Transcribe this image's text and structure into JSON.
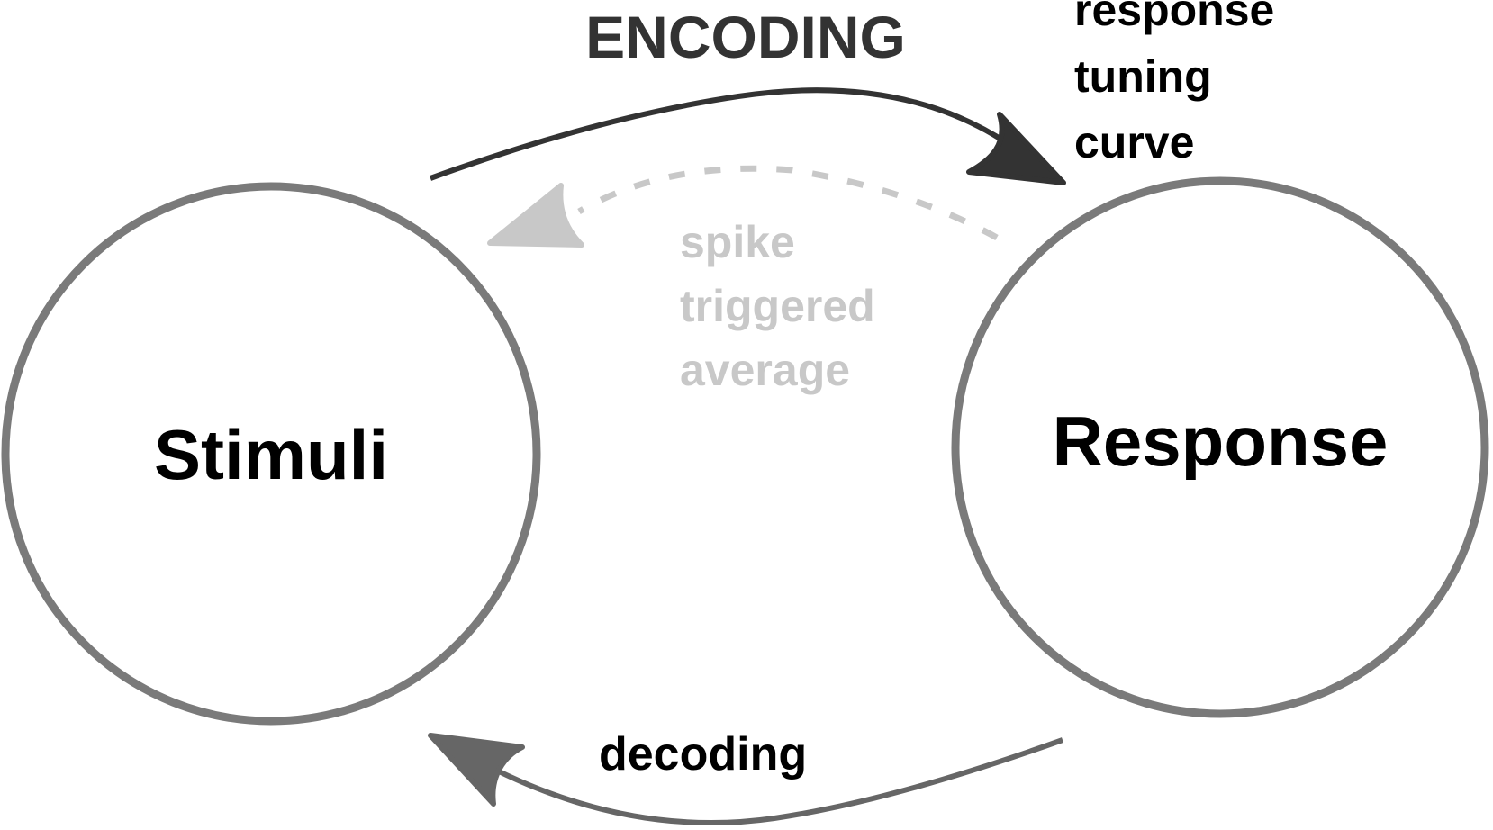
{
  "colors": {
    "background": "#ffffff",
    "node_stroke": "#7a7a7a",
    "encoding_arrow": "#333333",
    "decoding_arrow": "#666666",
    "sta_arrow": "#c8c8c8",
    "label_dark": "#000000",
    "label_light": "#c8c8c8"
  },
  "nodes": {
    "stimuli": {
      "label": "Stimuli"
    },
    "response": {
      "label": "Response"
    }
  },
  "labels": {
    "encoding": "ENCODING",
    "tuning_curve": [
      "response",
      "tuning",
      "curve"
    ],
    "spike_triggered_average": [
      "spike",
      "triggered",
      "average"
    ],
    "decoding": "decoding"
  },
  "arrows": {
    "encoding": {
      "from": "Stimuli",
      "to": "Response",
      "style": "solid"
    },
    "spike_triggered_average": {
      "from": "Response",
      "to": "Stimuli",
      "style": "dashed"
    },
    "decoding": {
      "from": "Response",
      "to": "Stimuli",
      "style": "solid"
    }
  }
}
